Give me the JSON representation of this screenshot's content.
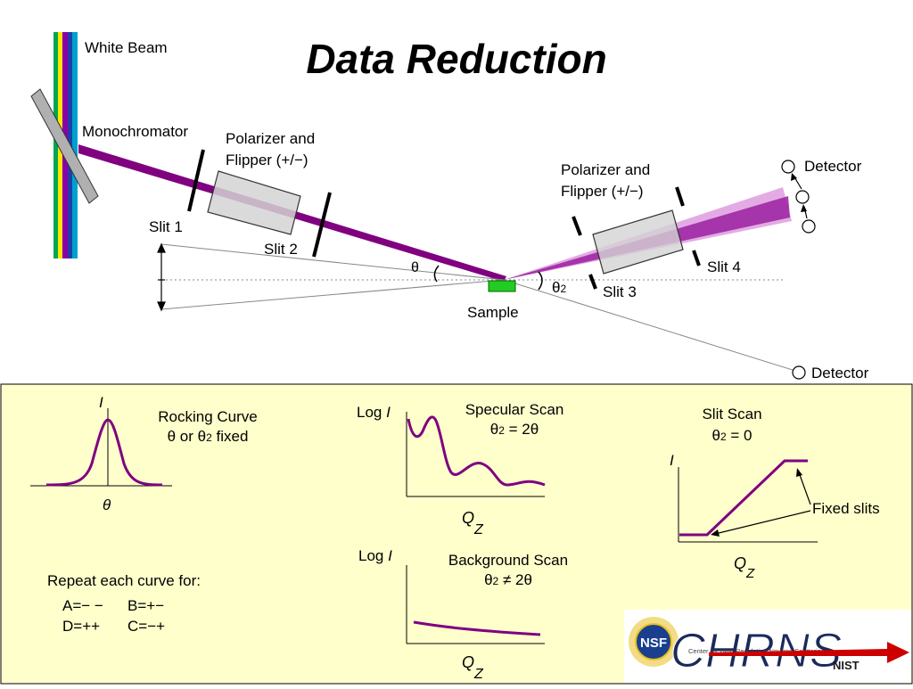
{
  "title": "Data Reduction",
  "colors": {
    "beam": "#800080",
    "beam_light": "#cc66cc",
    "panel_bg": "#ffffcc",
    "sample": "#22cc22",
    "curve": "#800080",
    "arrow_red": "#cc0000"
  },
  "beamline": {
    "white_beam": "White Beam",
    "monochromator": "Monochromator",
    "polarizer_1": [
      "Polarizer and",
      "Flipper (+/−)"
    ],
    "polarizer_2": [
      "Polarizer and",
      "Flipper (+/−)"
    ],
    "slit_1": "Slit 1",
    "slit_2": "Slit 2",
    "slit_3": "Slit 3",
    "slit_4": "Slit 4",
    "theta": "θ",
    "theta2": "θ",
    "theta2_sub": "2",
    "sample": "Sample",
    "detector_top": "Detector",
    "detector_bottom": "Detector"
  },
  "rocking_curve": {
    "ylabel": "I",
    "title_1": "Rocking Curve",
    "title_2a": "θ or θ",
    "title_2_sub": "2",
    "title_2b": " fixed",
    "xlabel": "θ"
  },
  "specular_scan": {
    "ylabel_pre": "Log ",
    "ylabel_var": "I",
    "title_1": "Specular Scan",
    "title_2a": "θ",
    "title_2_sub": "2",
    "title_2b": " = 2θ",
    "xlabel": "Q",
    "xlabel_sub": "Z"
  },
  "background_scan": {
    "ylabel_pre": "Log ",
    "ylabel_var": "I",
    "title_1": "Background Scan",
    "title_2a": "θ",
    "title_2_sub": "2",
    "title_2b": " ≠ 2θ",
    "xlabel": "Q",
    "xlabel_sub": "Z"
  },
  "slit_scan": {
    "title_1": "Slit Scan",
    "title_2a": "θ",
    "title_2_sub": "2",
    "title_2b": " = 0",
    "ylabel": "I",
    "annotation": "Fixed slits",
    "xlabel": "Q",
    "xlabel_sub": "Z"
  },
  "repeat": {
    "heading": "Repeat each curve for:",
    "a_label": "A=",
    "a_value": "− −",
    "b_label": "B=",
    "b_value": "+−",
    "d_label": "D=",
    "d_value": "++",
    "c_label": "C=",
    "c_value": "−+"
  },
  "logo": {
    "badge": "NSF",
    "name": "CHRNS",
    "subtitle": "Center for High Resolution Neutron Scattering",
    "partner": "NIST"
  }
}
